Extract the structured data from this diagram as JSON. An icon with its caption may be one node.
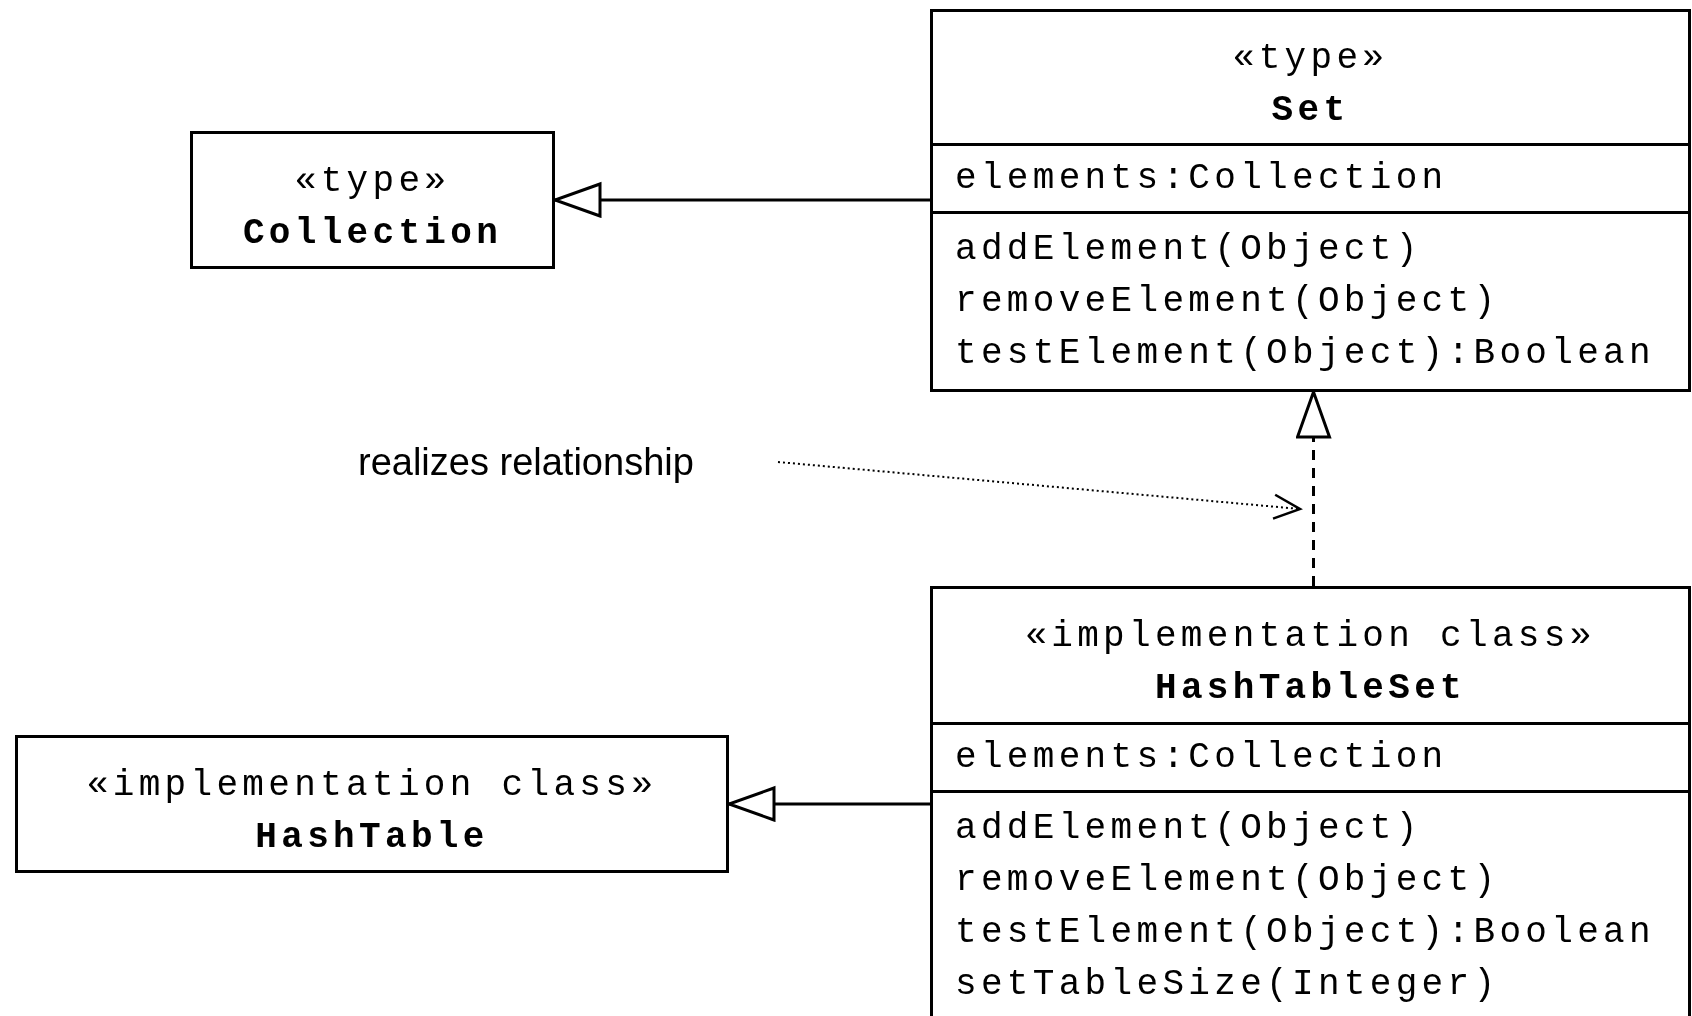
{
  "diagram": {
    "nodes": [
      {
        "text": [
          "«type»",
          "Collection"
        ]
      },
      {
        "text": [
          "«type»",
          "Set",
          "elements:Collection",
          "addElement(Object)",
          "removeElement(Object)",
          "testElement(Object):Boolean"
        ]
      },
      {
        "text": [
          "realizes relationship"
        ]
      },
      {
        "text": [
          "«implementation class»",
          "HashTable"
        ]
      },
      {
        "text": [
          "«implementation class»",
          "HashTableSet",
          "elements:Collection",
          "addElement(Object)",
          "removeElement(Object)",
          "testElement(Object):Boolean",
          "setTableSize(Integer)"
        ]
      }
    ],
    "edges": [
      {
        "from": 1,
        "to": 0,
        "arrow": "to"
      },
      {
        "from": 4,
        "to": 1,
        "arrow": "to",
        "style": "dashed"
      },
      {
        "from": 2,
        "to": null,
        "arrow": "to",
        "style": "dashed"
      },
      {
        "from": 4,
        "to": 3,
        "arrow": "to"
      }
    ]
  }
}
